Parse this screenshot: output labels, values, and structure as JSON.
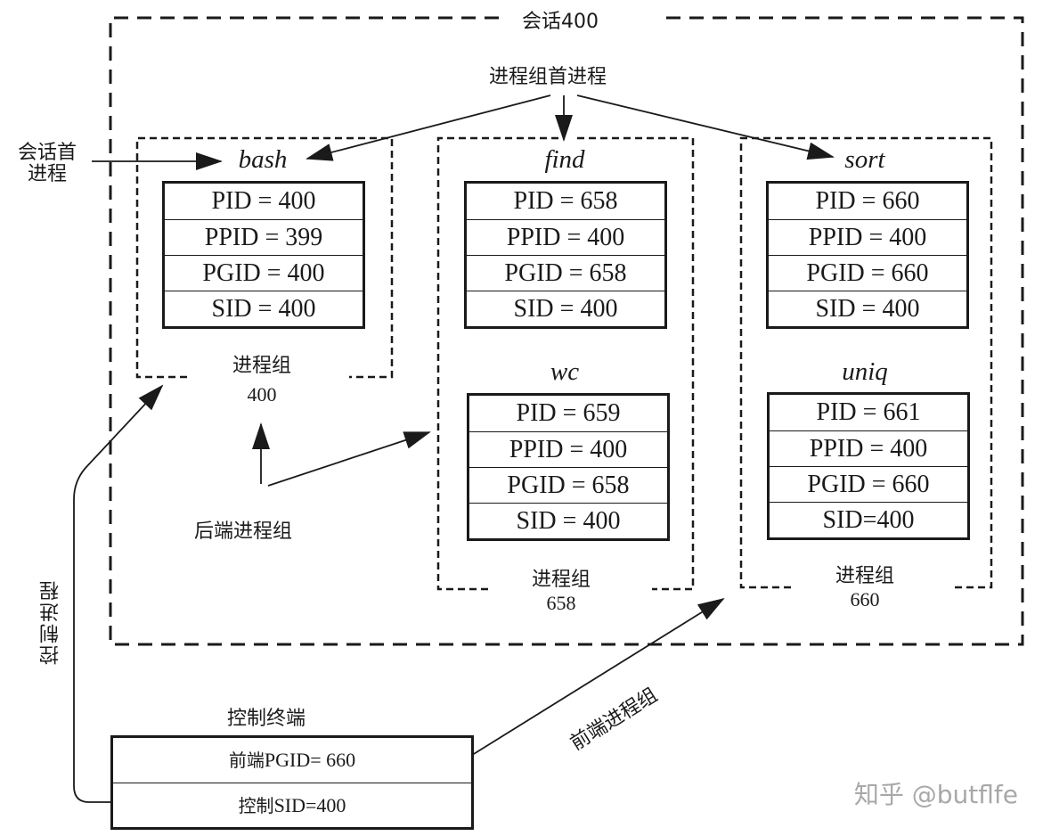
{
  "session": {
    "label": "会话400"
  },
  "leader_label": "进程组首进程",
  "session_leader_label": [
    "会话首",
    "进程"
  ],
  "background_label": "后端进程组",
  "foreground_label": "前端进程组",
  "controlling_process_label": "控制进程",
  "process_groups": [
    {
      "pgid_label": "进程组",
      "pgid": "400",
      "processes": [
        {
          "name": "bash",
          "rows": [
            "PID = 400",
            "PPID = 399",
            "PGID = 400",
            "SID = 400"
          ]
        }
      ]
    },
    {
      "pgid_label": "进程组",
      "pgid": "658",
      "processes": [
        {
          "name": "find",
          "rows": [
            "PID = 658",
            "PPID = 400",
            "PGID = 658",
            "SID = 400"
          ]
        },
        {
          "name": "wc",
          "rows": [
            "PID = 659",
            "PPID = 400",
            "PGID = 658",
            "SID = 400"
          ]
        }
      ]
    },
    {
      "pgid_label": "进程组",
      "pgid": "660",
      "processes": [
        {
          "name": "sort",
          "rows": [
            "PID = 660",
            "PPID = 400",
            "PGID = 660",
            "SID = 400"
          ]
        },
        {
          "name": "uniq",
          "rows": [
            "PID = 661",
            "PPID = 400",
            "PGID = 660",
            "SID=400"
          ]
        }
      ]
    }
  ],
  "terminal": {
    "title": "控制终端",
    "rows": [
      {
        "prefix": "前端",
        "text": "PGID=  660"
      },
      {
        "prefix": "控制",
        "text": "SID=400"
      }
    ]
  },
  "watermark": "知乎 @butflfe"
}
